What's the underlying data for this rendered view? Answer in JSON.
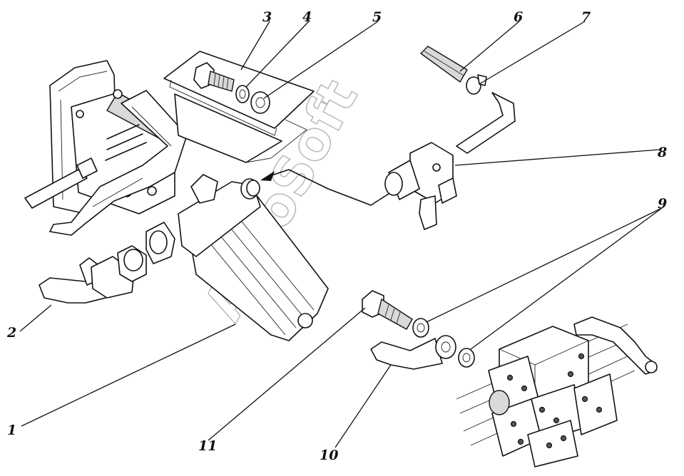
{
  "labels": {
    "l1": "1",
    "l2": "2",
    "l3": "3",
    "l4": "4",
    "l5": "5",
    "l6": "6",
    "l7": "7",
    "l8": "8",
    "l9": "9",
    "l10": "10",
    "l11": "11"
  },
  "watermark": "AutoSoft"
}
